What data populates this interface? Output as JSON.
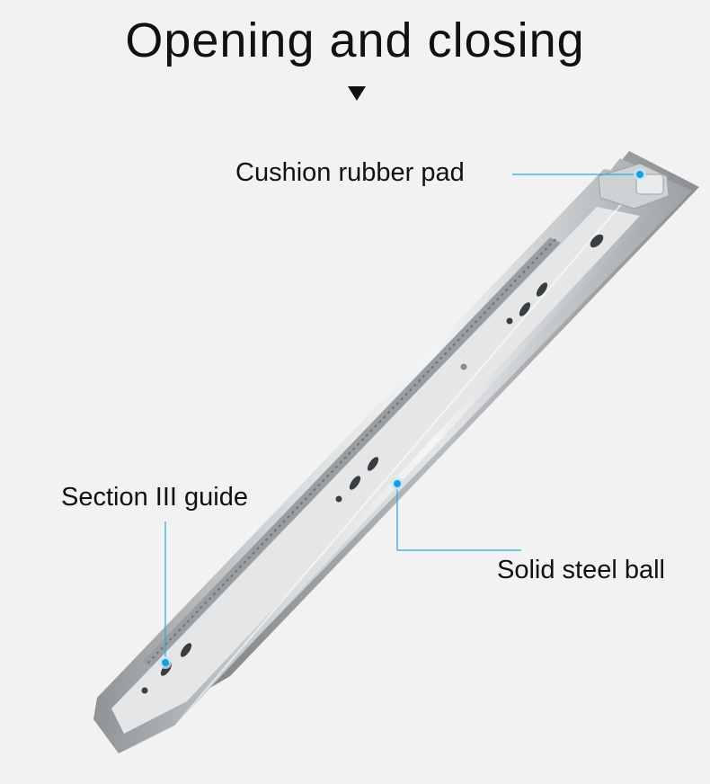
{
  "title": "Opening and closing",
  "callouts": {
    "cushion": "Cushion rubber pad",
    "section": "Section III guide",
    "ball": "Solid steel ball"
  },
  "colors": {
    "background": "#f2f2f2",
    "text": "#111111",
    "callout_line": "#2aa8e6",
    "callout_dot": "#1f9be0",
    "steel": "#c9ccce"
  }
}
